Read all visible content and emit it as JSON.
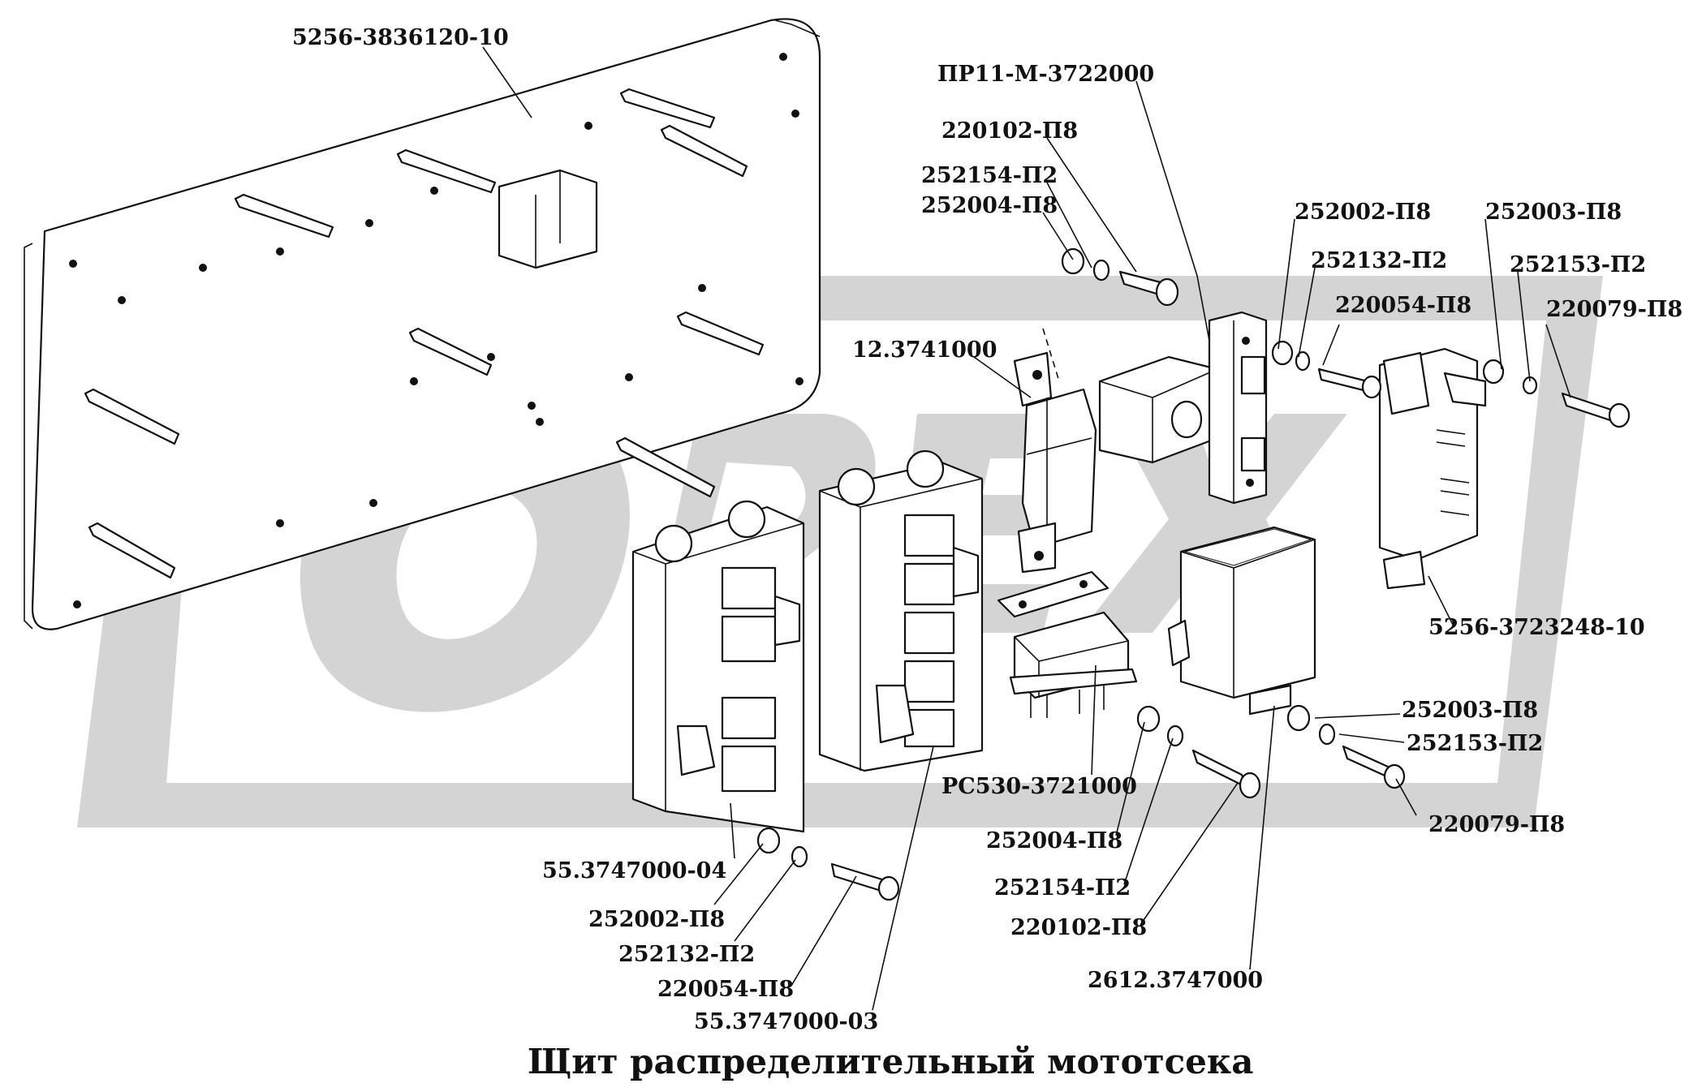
{
  "title": "Щит распределительный мототсека",
  "watermark": {
    "text": "ОРЕХ",
    "color": "#d4d4d4"
  },
  "labels": {
    "panel": "5256-3836120-10",
    "pr11": "ПР11-М-3722000",
    "top_220102": "220102-П8",
    "top_252154": "252154-П2",
    "top_252004": "252004-П8",
    "mid_252002": "252002-П8",
    "right_252003": "252003-П8",
    "mid_252132": "252132-П2",
    "right_252153": "252153-П2",
    "mid_220054": "220054-П8",
    "right_220079": "220079-П8",
    "relay_12": "12.3741000",
    "bracket_5256": "5256-3723248-10",
    "br_252003": "252003-П8",
    "br_252153": "252153-П2",
    "pc530": "РС530-3721000",
    "br_220079": "220079-П8",
    "bm_252004": "252004-П8",
    "fuse_04": "55.3747000-04",
    "bm_252154": "252154-П2",
    "bl_252002": "252002-П8",
    "bm_220102": "220102-П8",
    "bl_252132": "252132-П2",
    "unit_2612": "2612.3747000",
    "bl_220054": "220054-П8",
    "fuse_03": "55.3747000-03"
  }
}
